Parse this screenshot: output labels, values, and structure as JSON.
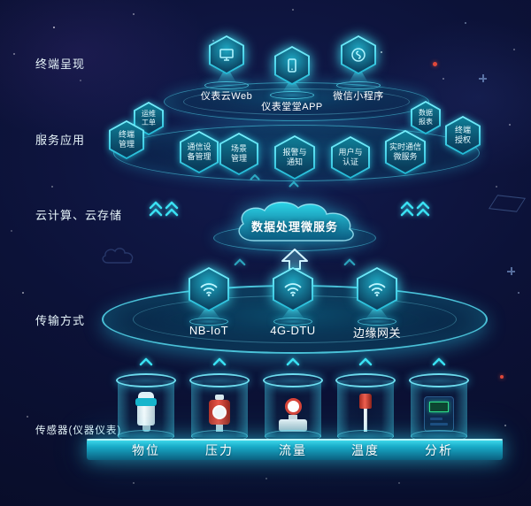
{
  "side_labels": {
    "presentation": "终端呈现",
    "services": "服务应用",
    "cloud": "云计算、云存储",
    "transmission": "传输方式",
    "sensors": "传感器(仪器仪表)"
  },
  "presentation": {
    "items": [
      {
        "label": "仪表云Web",
        "icon": "web-monitor-icon"
      },
      {
        "label": "仪表堂堂APP",
        "icon": "mobile-app-icon"
      },
      {
        "label": "微信小程序",
        "icon": "miniprogram-icon"
      }
    ]
  },
  "services": {
    "items": [
      {
        "label": "运维工单"
      },
      {
        "label": "终端管理"
      },
      {
        "label": "通信设备管理"
      },
      {
        "label": "场景管理"
      },
      {
        "label": "报警与通知"
      },
      {
        "label": "用户与认证"
      },
      {
        "label": "实时通信微服务"
      },
      {
        "label": "终端授权"
      },
      {
        "label": "数据报表"
      }
    ]
  },
  "cloud": {
    "label": "数据处理微服务"
  },
  "transmission": {
    "items": [
      {
        "label": "NB-IoT",
        "icon": "wifi-icon"
      },
      {
        "label": "4G-DTU",
        "icon": "wifi-icon"
      },
      {
        "label": "边缘网关",
        "icon": "wifi-icon"
      }
    ]
  },
  "sensors": {
    "items": [
      {
        "label": "物位",
        "device": "level-sensor"
      },
      {
        "label": "压力",
        "device": "pressure-transmitter"
      },
      {
        "label": "流量",
        "device": "flow-meter"
      },
      {
        "label": "温度",
        "device": "temperature-sensor"
      },
      {
        "label": "分析",
        "device": "analyzer"
      }
    ]
  },
  "colors": {
    "accent": "#2ee6f7",
    "background": "#0b1034",
    "platform_teal": "#0d6e8c",
    "alert_red": "#e0483a"
  }
}
